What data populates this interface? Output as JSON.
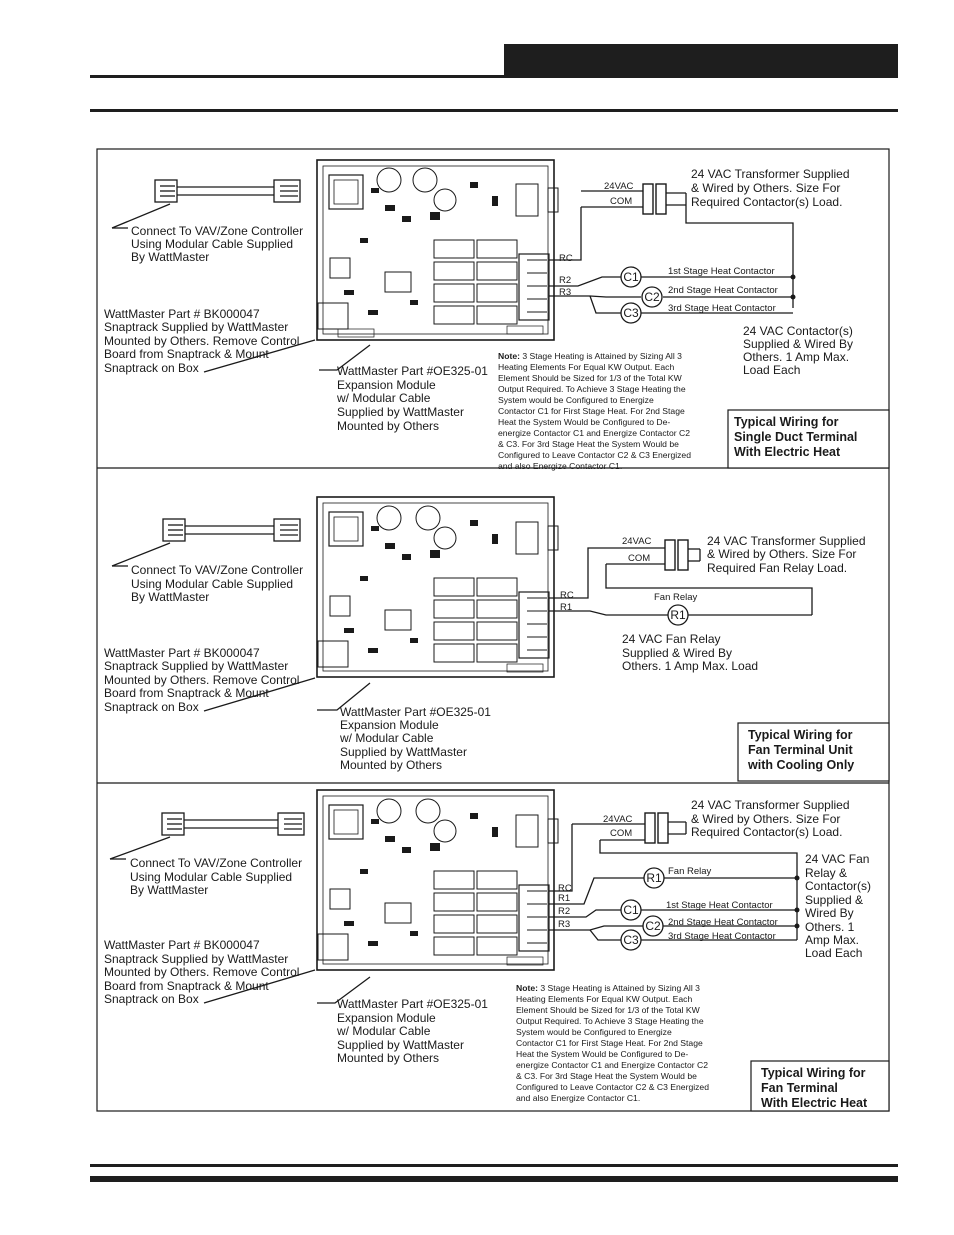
{
  "panels": [
    {
      "connect_label": [
        "Connect To VAV/Zone Controller",
        "Using Modular Cable Supplied",
        "By WattMaster"
      ],
      "snaptrack_label": [
        "WattMaster Part # BK000047",
        "Snaptrack Supplied by WattMaster",
        "Mounted by Others. Remove Control",
        "Board from Snaptrack & Mount",
        "Snaptrack on Box"
      ],
      "module_label": [
        "WattMaster Part #OE325-01",
        "Expansion Module",
        "w/ Modular Cable",
        "Supplied by WattMaster",
        "Mounted by Others"
      ],
      "transformer_label": [
        "24 VAC Transformer Supplied",
        "& Wired by Others. Size For",
        "Required Contactor(s) Load."
      ],
      "transformer_tags": {
        "v24": "24VAC",
        "com": "COM"
      },
      "terminals": [
        "RC",
        "R2",
        "R3"
      ],
      "coils": [
        {
          "tag": "C1",
          "label": "1st Stage Heat Contactor"
        },
        {
          "tag": "C2",
          "label": "2nd Stage Heat Contactor"
        },
        {
          "tag": "C3",
          "label": "3rd Stage Heat Contactor"
        }
      ],
      "load_label": [
        "24 VAC Contactor(s)",
        "Supplied & Wired By",
        "Others. 1 Amp Max.",
        "Load Each"
      ],
      "note_bold": "Note:",
      "note_lines": [
        " 3 Stage Heating is Attained by Sizing All 3",
        "Heating Elements For Equal KW Output. Each",
        "Element Should be Sized for 1/3 of the Total KW",
        "Output Required. To Achieve 3 Stage Heating the",
        "System would be Configured to Energize",
        "Contactor C1 for First Stage Heat. For 2nd Stage",
        "Heat the System Would be Configured to De-",
        "energize Contactor C1 and Energize Contactor C2",
        "& C3. For 3rd Stage Heat the System Would be",
        "Configured to Leave Contactor C2 & C3 Energized",
        "and also Energize Contactor C1."
      ],
      "caption": [
        "Typical Wiring for",
        "Single Duct Terminal",
        "With Electric Heat"
      ]
    },
    {
      "connect_label": [
        "Connect To VAV/Zone Controller",
        "Using Modular Cable Supplied",
        "By WattMaster"
      ],
      "snaptrack_label": [
        "WattMaster Part # BK000047",
        "Snaptrack Supplied by WattMaster",
        "Mounted by Others. Remove Control",
        "Board from Snaptrack & Mount",
        "Snaptrack on Box"
      ],
      "module_label": [
        "WattMaster Part #OE325-01",
        "Expansion Module",
        "w/ Modular Cable",
        "Supplied by WattMaster",
        "Mounted by Others"
      ],
      "transformer_label": [
        "24 VAC Transformer Supplied",
        "& Wired by Others. Size For",
        "Required Fan Relay Load."
      ],
      "transformer_tags": {
        "v24": "24VAC",
        "com": "COM"
      },
      "terminals": [
        "RC",
        "R1"
      ],
      "coils": [
        {
          "tag": "R1",
          "label": "Fan Relay"
        }
      ],
      "load_label": [
        "24 VAC Fan Relay",
        "Supplied & Wired By",
        "Others. 1 Amp Max. Load"
      ],
      "caption": [
        "Typical Wiring for",
        "Fan Terminal Unit",
        "with Cooling Only"
      ]
    },
    {
      "connect_label": [
        "Connect To VAV/Zone Controller",
        "Using Modular Cable Supplied",
        "By WattMaster"
      ],
      "snaptrack_label": [
        "WattMaster Part # BK000047",
        "Snaptrack Supplied by WattMaster",
        "Mounted by Others. Remove Control",
        "Board from Snaptrack & Mount",
        "Snaptrack on Box"
      ],
      "module_label": [
        "WattMaster Part #OE325-01",
        "Expansion Module",
        "w/ Modular Cable",
        "Supplied by WattMaster",
        "Mounted by Others"
      ],
      "transformer_label": [
        "24 VAC Transformer Supplied",
        "& Wired by Others. Size For",
        "Required Contactor(s) Load."
      ],
      "transformer_tags": {
        "v24": "24VAC",
        "com": "COM"
      },
      "terminals": [
        "RC",
        "R1",
        "R2",
        "R3"
      ],
      "coils": [
        {
          "tag": "R1",
          "label": "Fan Relay"
        },
        {
          "tag": "C1",
          "label": "1st Stage Heat Contactor"
        },
        {
          "tag": "C2",
          "label": "2nd Stage Heat Contactor"
        },
        {
          "tag": "C3",
          "label": "3rd Stage Heat Contactor"
        }
      ],
      "load_label": [
        "24 VAC Fan",
        "Relay &",
        "Contactor(s)",
        "Supplied &",
        "Wired By",
        "Others. 1",
        "Amp Max.",
        "Load Each"
      ],
      "note_bold": "Note:",
      "note_lines": [
        " 3 Stage Heating is Attained by Sizing All 3",
        "Heating Elements For Equal KW Output. Each",
        "Element Should be Sized for 1/3 of the Total KW",
        "Output Required. To Achieve 3 Stage Heating the",
        "System would be Configured to Energize",
        "Contactor C1 for First Stage Heat. For 2nd Stage",
        "Heat the System Would be Configured to De-",
        "energize Contactor C1 and Energize Contactor C2",
        "& C3. For 3rd Stage Heat the System Would be",
        "Configured to Leave Contactor C2 & C3 Energized",
        "and also Energize Contactor C1."
      ],
      "caption": [
        "Typical Wiring for",
        "Fan Terminal",
        "With Electric Heat"
      ]
    }
  ],
  "colors": {
    "ink": "#1a1a1a",
    "paper": "#ffffff",
    "header": "#1e1e1e"
  }
}
